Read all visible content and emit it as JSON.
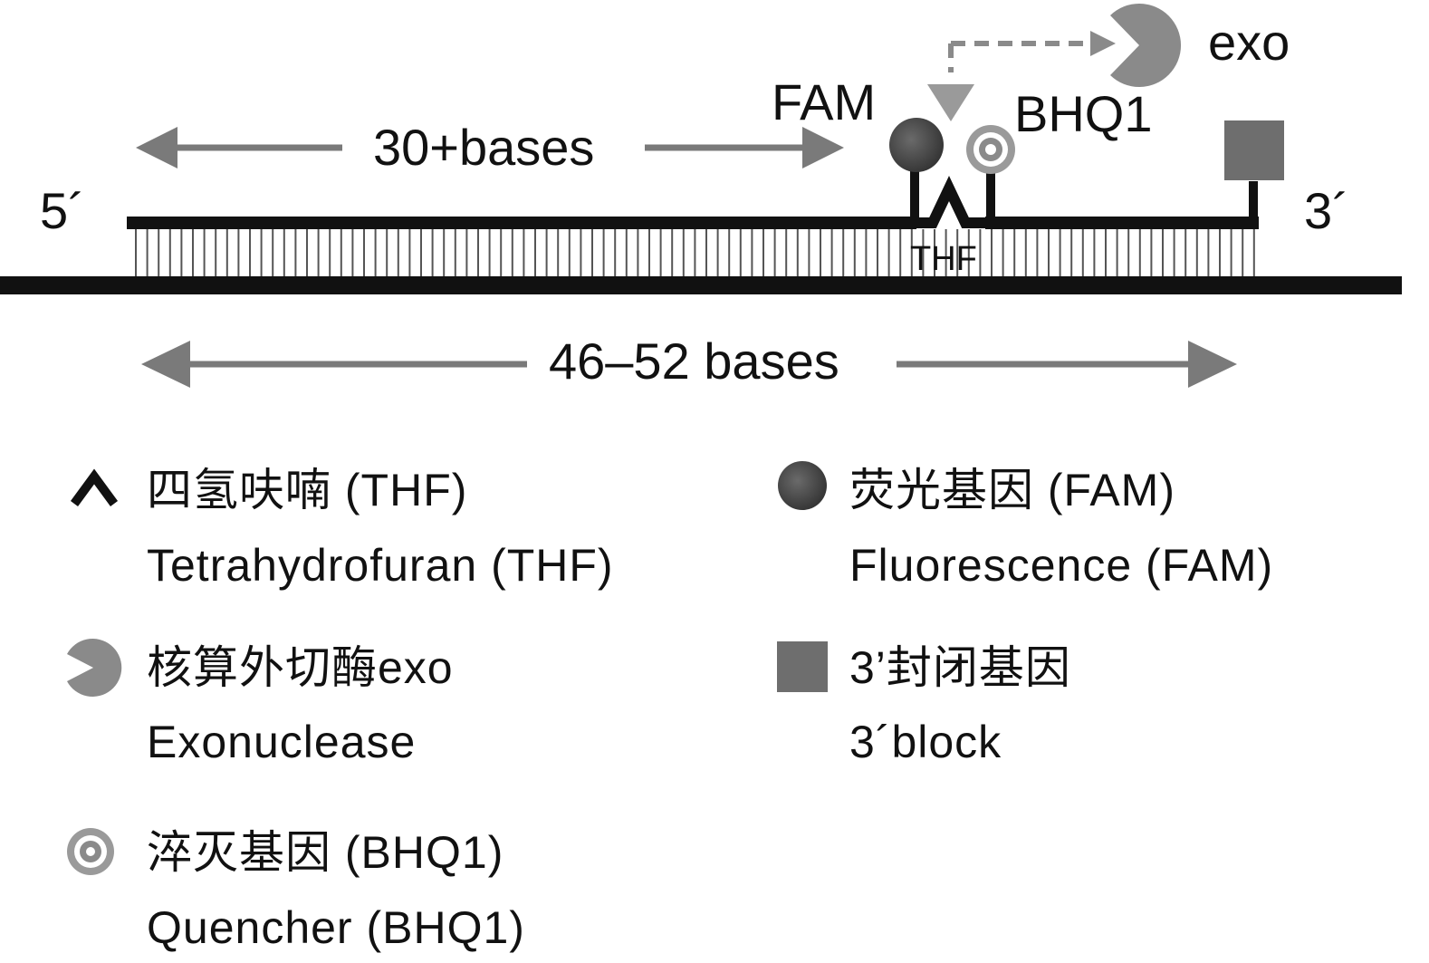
{
  "diagram": {
    "end_5": "5´",
    "end_3": "3´",
    "span_30": "30+bases",
    "span_total": "46–52 bases",
    "fam_label": "FAM",
    "bhq_label": "BHQ1",
    "exo_label": "exo",
    "thf_label": "THF"
  },
  "legend": {
    "thf": {
      "zh": "四氢呋喃 (THF)",
      "en": "Tetrahydrofuran (THF)",
      "icon": "caret-icon"
    },
    "exo": {
      "zh": "核算外切酶exo",
      "en": "Exonuclease",
      "icon": "pacman-icon"
    },
    "bhq": {
      "zh": "淬灭基因 (BHQ1)",
      "en": "Quencher (BHQ1)",
      "icon": "ring-icon"
    },
    "fam": {
      "zh": "荧光基因 (FAM)",
      "en": "Fluorescence (FAM)",
      "icon": "filled-circle-icon"
    },
    "block": {
      "zh": "3’封闭基因",
      "en": "3´block",
      "icon": "square-icon"
    }
  },
  "colors": {
    "ink": "#111111",
    "gray_arrow": "#7a7a7a",
    "fam_dark": "#4a4a4a",
    "square_gray": "#6e6e6e",
    "exo_gray": "#8a8a8a",
    "triangle_gray": "#9a9a9a"
  }
}
